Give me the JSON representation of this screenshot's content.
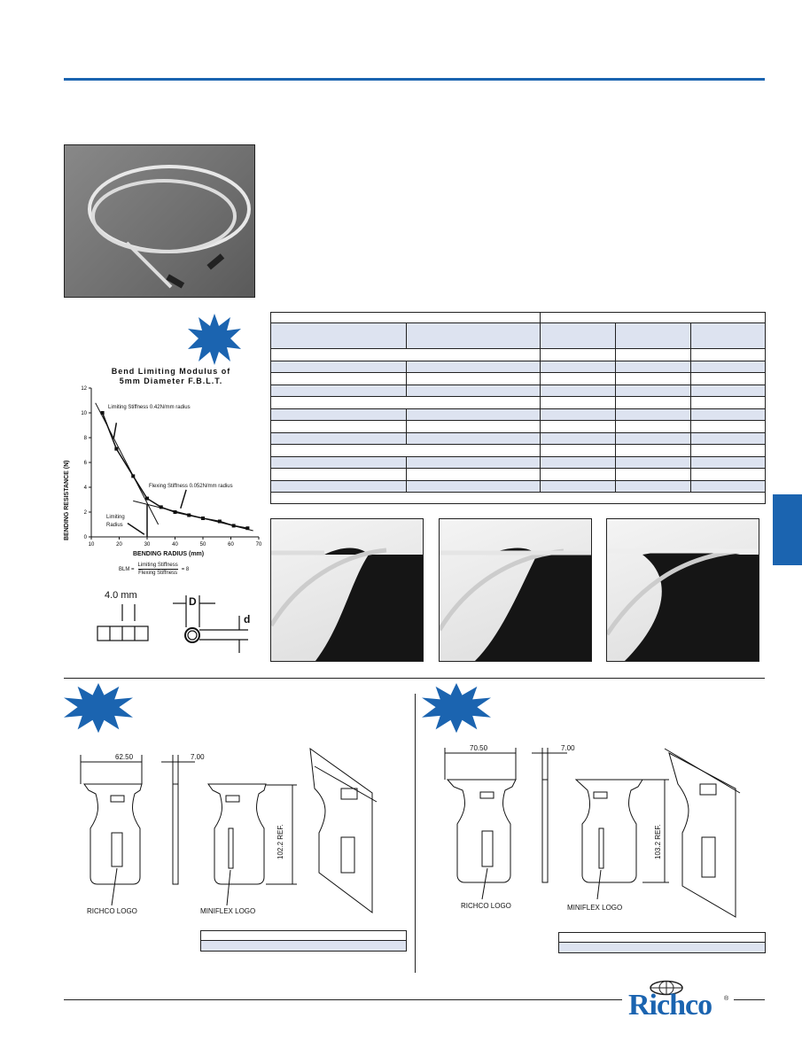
{
  "chart_data": {
    "type": "line",
    "title": "Bend Limiting Modulus of 5mm Diameter F.B.L.T.",
    "title_lines": [
      "Bend Limiting Modulus of",
      "5mm Diameter F.B.L.T."
    ],
    "xlabel": "BENDING RADIUS (mm)",
    "ylabel": "BENDING RESISTANCE (N)",
    "xlim": [
      10,
      70
    ],
    "ylim": [
      0,
      12
    ],
    "xticks": [
      10,
      20,
      30,
      40,
      50,
      60,
      70
    ],
    "yticks": [
      0,
      2,
      4,
      6,
      8,
      10,
      12
    ],
    "series": [
      {
        "name": "measured",
        "x": [
          14,
          19,
          25,
          30,
          35,
          40,
          45,
          50,
          56,
          61,
          66
        ],
        "y": [
          10,
          7.1,
          4.9,
          3.1,
          2.4,
          2.0,
          1.75,
          1.5,
          1.25,
          0.9,
          0.7
        ]
      }
    ],
    "annotations": {
      "limiting": "Limiting Stiffness 0.42N/mm radius",
      "flexing": "Flexing Stiffness 0.052N/mm radius",
      "radius_l1": "Limiting",
      "radius_l2": "Radius"
    },
    "formula": {
      "lhs": "BLM =",
      "num": "Limiting Stiffness",
      "den": "Flexing Stiffness",
      "rhs": "= 8"
    }
  },
  "dims": {
    "pitch": "4.0 mm",
    "outer": "D",
    "inner": "d"
  },
  "clip_left": {
    "width": "62.50",
    "thickness": "7.00",
    "height": "102.2 REF.",
    "logo1": "RICHCO LOGO",
    "logo2": "MINIFLEX LOGO"
  },
  "clip_right": {
    "width": "70.50",
    "thickness": "7.00",
    "height": "103.2 REF.",
    "logo1": "RICHCO LOGO",
    "logo2": "MINIFLEX LOGO"
  },
  "brand": {
    "name": "Richco",
    "reg": "®"
  },
  "colors": {
    "accent": "#1b64b0",
    "table_band": "#dde3f0"
  }
}
